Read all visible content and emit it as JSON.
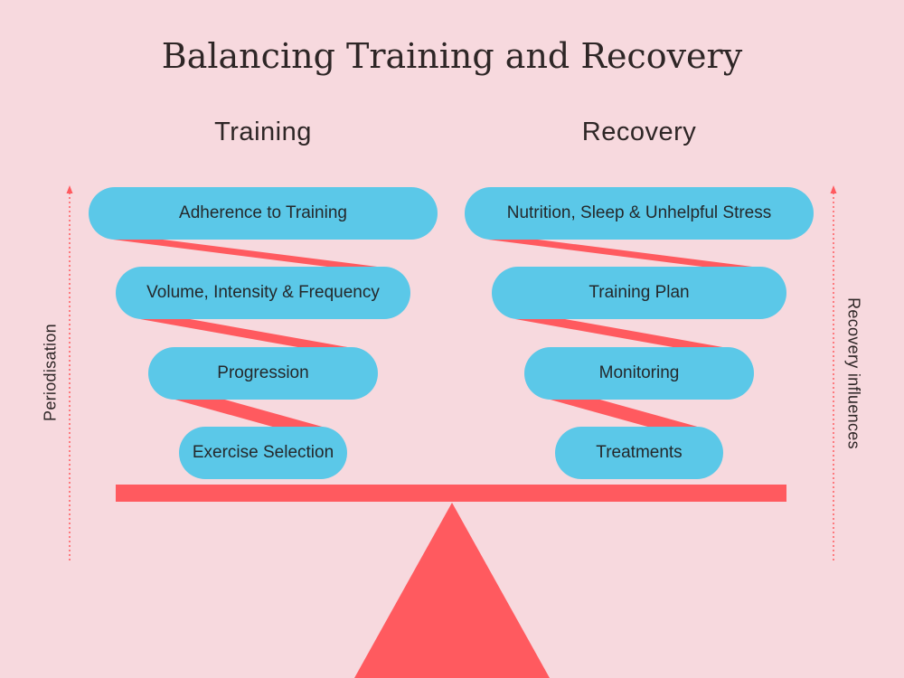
{
  "title": "Balancing Training and Recovery",
  "columns": [
    {
      "heading": "Training",
      "items": [
        "Adherence to Training",
        "Volume, Intensity & Frequency",
        "Progression",
        "Exercise Selection"
      ]
    },
    {
      "heading": "Recovery",
      "items": [
        "Nutrition, Sleep & Unhelpful Stress",
        "Training Plan",
        "Monitoring",
        "Treatments"
      ]
    }
  ],
  "side_labels": {
    "left": "Periodisation",
    "right": "Recovery influences"
  },
  "colors": {
    "background": "#f7d9de",
    "pill": "#5bc8e8",
    "accent": "#ff5a5f",
    "text": "#2e2626"
  }
}
